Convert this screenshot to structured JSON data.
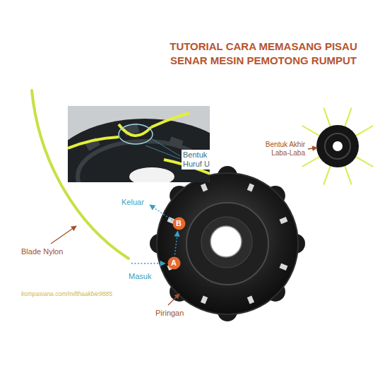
{
  "diagram": {
    "title": "TUTORIAL CARA MEMASANG PISAU SENAR MESIN PEMOTONG RUMPUT",
    "nodes": [
      {
        "text": [
          "B"
        ]
      },
      {
        "text": [
          "A"
        ]
      }
    ],
    "edges": [
      {
        "from": 1,
        "to": 0,
        "arrow": "to"
      }
    ],
    "labels": [
      "Bentuk Huruf U",
      "Bentuk Akhir Laba-Laba",
      "Keluar",
      "Blade Nylon",
      "Masuk",
      "Piringan",
      "kompasiana.com/mifthaakbie9885"
    ]
  }
}
